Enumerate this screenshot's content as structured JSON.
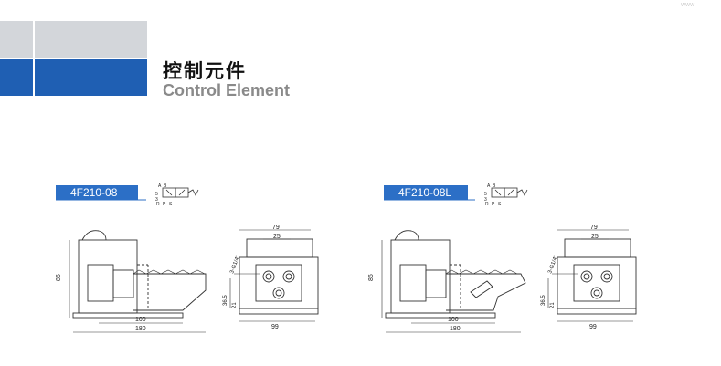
{
  "header": {
    "title_cn": "控制元件",
    "title_en": "Control Element"
  },
  "products": [
    {
      "model": "4F210-08",
      "symbol_labels": {
        "a": "A",
        "b": "B",
        "r": "R",
        "p": "P",
        "s": "S"
      },
      "dims": {
        "height": "86",
        "base_length": "100",
        "total_length": "180",
        "width_top": "79",
        "port_spacing": "25",
        "port_height": "36.5",
        "port_bottom": "21",
        "width_bottom": "99",
        "port_thread": "3-G1/4\""
      }
    },
    {
      "model": "4F210-08L",
      "symbol_labels": {
        "a": "A",
        "b": "B",
        "r": "R",
        "p": "P",
        "s": "S"
      },
      "dims": {
        "height": "86",
        "base_length": "100",
        "total_length": "180",
        "width_top": "79",
        "port_spacing": "25",
        "port_height": "36.5",
        "port_bottom": "21",
        "width_bottom": "99",
        "port_thread": "3-G1/4\""
      }
    }
  ],
  "corner_mark": "www"
}
